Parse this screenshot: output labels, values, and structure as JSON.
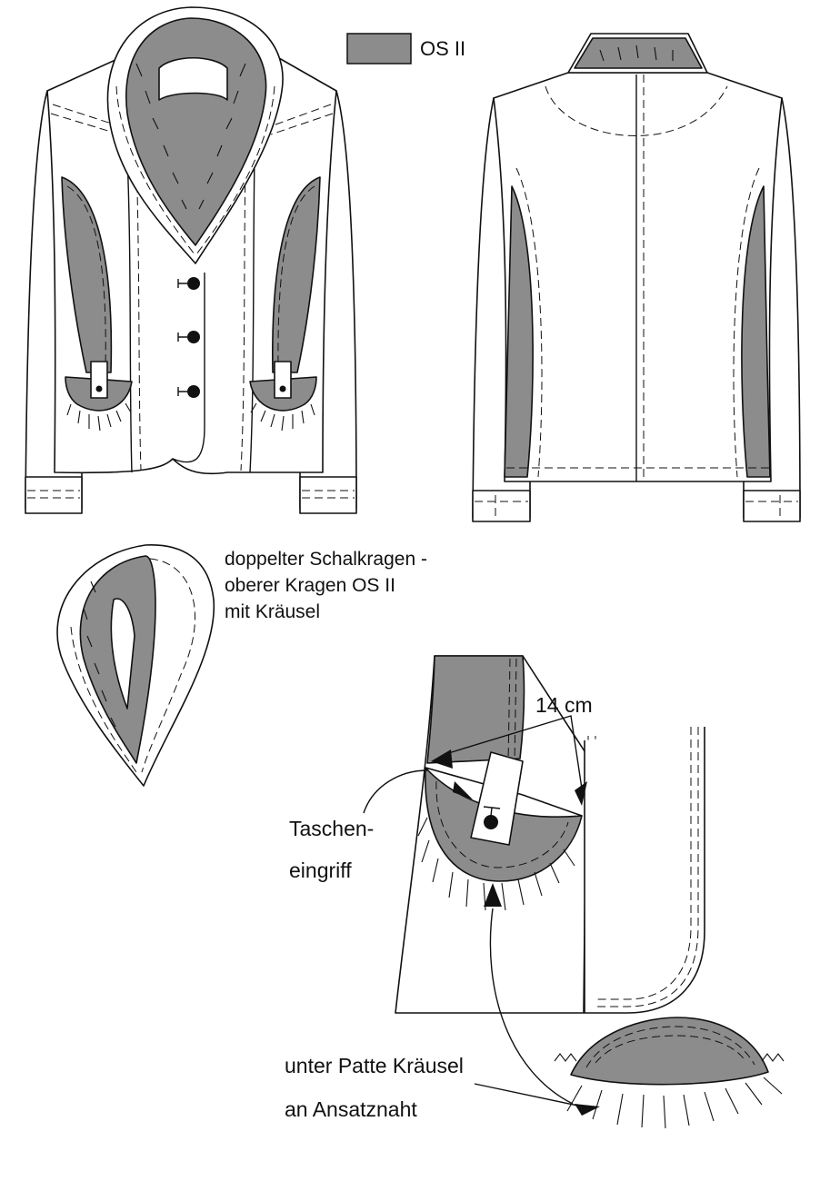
{
  "legend": {
    "swatch_color": "#8c8c8c",
    "label": "OS II"
  },
  "collar_caption": [
    "doppelter Schalkragen -",
    "oberer Kragen OS II",
    "mit Kräusel"
  ],
  "measure_label": "14 cm",
  "pocket_caption": [
    "Taschen-",
    "eingriff"
  ],
  "ruffle_caption": [
    "unter Patte Kräusel",
    "an Ansatznaht"
  ],
  "colors": {
    "line": "#111111",
    "contrast_fabric": "#8c8c8c",
    "base_fabric": "#ffffff"
  }
}
